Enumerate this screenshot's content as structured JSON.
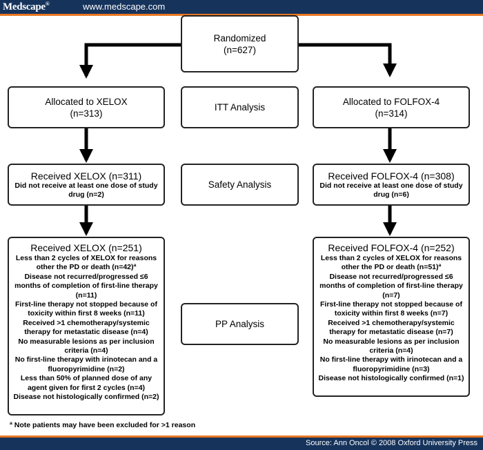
{
  "header": {
    "logo": "Medscape",
    "logo_mark": "®",
    "site": "www.medscape.com"
  },
  "nodes": {
    "randomized": {
      "title": "Randomized",
      "count": "(n=627)"
    },
    "alloc_xelox": {
      "title": "Allocated to XELOX",
      "count": "(n=313)"
    },
    "itt": {
      "title": "ITT Analysis"
    },
    "alloc_folfox": {
      "title": "Allocated to FOLFOX-4",
      "count": "(n=314)"
    },
    "recv_xelox": {
      "title": "Received XELOX (n=311)",
      "detail": "Did not receive at least one dose of study drug (n=2)"
    },
    "safety": {
      "title": "Safety Analysis"
    },
    "recv_folfox": {
      "title": "Received FOLFOX-4 (n=308)",
      "detail": "Did not receive at least one dose of study drug (n=6)"
    },
    "pp_xelox": {
      "title": "Received XELOX (n=251)",
      "items": [
        "Less than 2 cycles of XELOX for reasons other the PD or death (n=42)ª",
        "Disease not recurred/progressed ≤6 months of completion of first-line therapy (n=11)",
        "First-line therapy not stopped because of toxicity within first 8 weeks (n=11)",
        "Received >1 chemotherapy/systemic therapy for metastatic disease (n=4)",
        "No measurable lesions as per inclusion criteria (n=4)",
        "No first-line therapy with irinotecan and a fluoropyrimidine (n=2)",
        "Less than 50% of planned dose of any agent given for first 2 cycles (n=4)",
        "Disease not histologically confirmed (n=2)"
      ]
    },
    "pp": {
      "title": "PP Analysis"
    },
    "pp_folfox": {
      "title": "Received FOLFOX-4 (n=252)",
      "items": [
        "Less than 2 cycles of XELOX for reasons other the PD or death (n=51)ª",
        "Disease not recurred/progressed ≤6 months of completion of first-line therapy (n=7)",
        "First-line therapy not stopped because of toxicity within first 8 weeks (n=7)",
        "Received >1 chemotherapy/systemic therapy for metastatic disease (n=7)",
        "No measurable lesions as per inclusion criteria (n=4)",
        "No first-line therapy with irinotecan and a fluoropyrimidine (n=3)",
        "Disease not histologically confirmed (n=1)"
      ]
    }
  },
  "footnote": "ª Note patients may have been excluded for >1 reason",
  "footer": {
    "source": "Source: Ann Oncol © 2008 Oxford University Press"
  }
}
